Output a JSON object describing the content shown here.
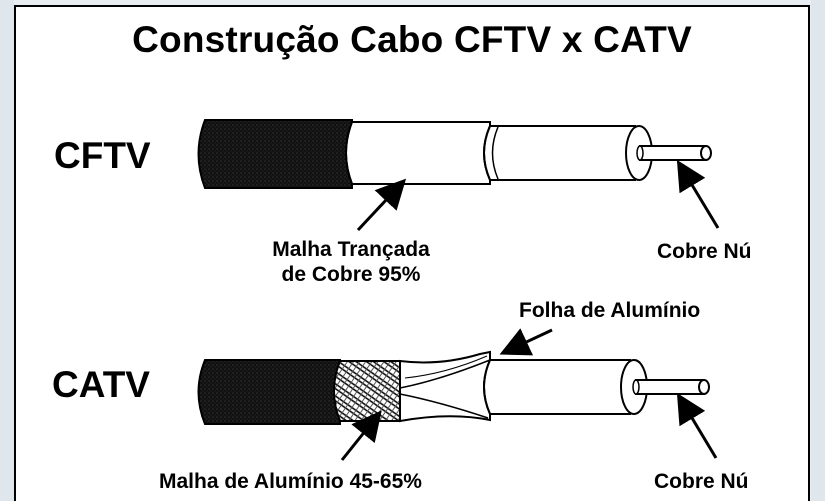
{
  "title": "Construção Cabo CFTV x CATV",
  "cables": {
    "cftv": {
      "label": "CFTV",
      "braid_label_line1": "Malha Trançada",
      "braid_label_line2": "de Cobre 95%",
      "core_label": "Cobre Nú"
    },
    "catv": {
      "label": "CATV",
      "foil_label": "Folha de Alumínio",
      "braid_label": "Malha de Alumínio 45-65%",
      "core_label": "Cobre Nú"
    }
  },
  "colors": {
    "ink": "#000000",
    "panel": "#ffffff",
    "background": "#e9eef2"
  }
}
